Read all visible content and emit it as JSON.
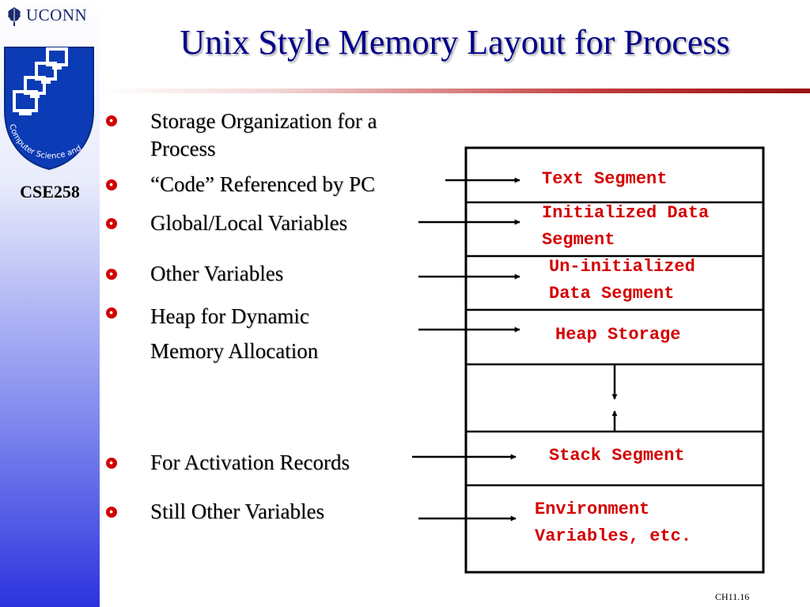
{
  "header": {
    "logo_text": "UCONN",
    "seal_text": "Computer Science and Engineering",
    "course": "CSE258",
    "title": "Unix Style Memory Layout for Process"
  },
  "bullets": [
    {
      "line1": "Storage Organization for a",
      "line2": "Process"
    },
    {
      "line1": "“Code” Referenced by PC"
    },
    {
      "line1": "Global/Local Variables"
    },
    {
      "line1": "Other Variables"
    },
    {
      "line1": "Heap for Dynamic",
      "line2": "Memory Allocation"
    },
    {
      "line1": "For Activation Records"
    },
    {
      "line1": "Still Other Variables"
    }
  ],
  "segments": [
    {
      "line1": "Text Segment"
    },
    {
      "line1": "Initialized Data",
      "line2": "Segment"
    },
    {
      "line1": "Un-initialized",
      "line2": "Data Segment"
    },
    {
      "line1": "Heap Storage"
    },
    {
      "line1": "Stack Segment"
    },
    {
      "line1": "Environment",
      "line2": "Variables, etc."
    }
  ],
  "footer": {
    "page": "CH11.16"
  },
  "colors": {
    "title": "#00008a",
    "segment_text": "#d40000",
    "bullet": "#d20000",
    "sidebar_bottom": "#2c33de"
  }
}
